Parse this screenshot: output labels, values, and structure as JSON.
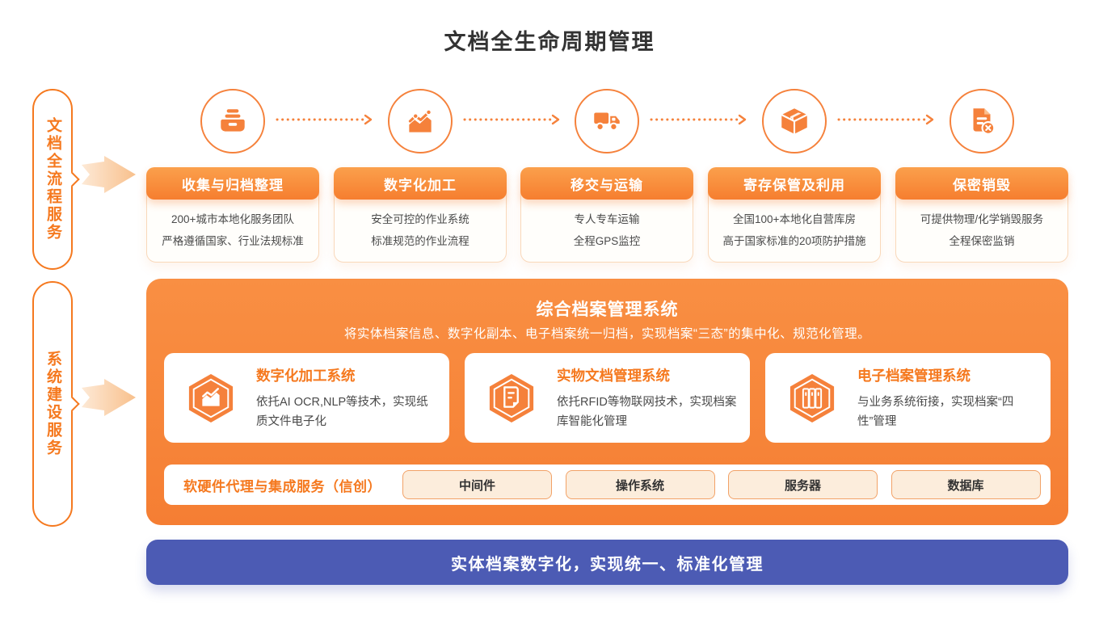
{
  "title": "文档全生命周期管理",
  "colors": {
    "accent_orange": "#F5791F",
    "panel_orange": "#F7863B",
    "card_header_gradient_top": "#FBA04C",
    "card_header_gradient_bottom": "#F67E2F",
    "chip_background": "#FCEDDC",
    "chip_border": "#F2A267",
    "footer_blue": "#4C5BB4",
    "body_text": "#4A4A4A"
  },
  "sidebar": {
    "process_label": "文档全流程服务",
    "system_label": "系统建设服务"
  },
  "services": [
    {
      "icon": "archive-icon",
      "title": "收集与归档整理",
      "lines": [
        "200+城市本地化服务团队",
        "严格遵循国家、行业法规标准"
      ]
    },
    {
      "icon": "chart-icon",
      "title": "数字化加工",
      "lines": [
        "安全可控的作业系统",
        "标准规范的作业流程"
      ]
    },
    {
      "icon": "truck-icon",
      "title": "移交与运输",
      "lines": [
        "专人专车运输",
        "全程GPS监控"
      ]
    },
    {
      "icon": "package-icon",
      "title": "寄存保管及利用",
      "lines": [
        "全国100+本地化自营库房",
        "高于国家标准的20项防护措施"
      ]
    },
    {
      "icon": "doc-delete-icon",
      "title": "保密销毁",
      "lines": [
        "可提供物理/化学销毁服务",
        "全程保密监销"
      ]
    }
  ],
  "platform": {
    "title": "综合档案管理系统",
    "subtitle": "将实体档案信息、数字化副本、电子档案统一归档，实现档案“三态”的集中化、规范化管理。",
    "systems": [
      {
        "icon": "hex-chart-icon",
        "title": "数字化加工系统",
        "desc": "依托AI OCR,NLP等技术，实现纸质文件电子化"
      },
      {
        "icon": "hex-doc-icon",
        "title": "实物文档管理系统",
        "desc": "依托RFID等物联网技术，实现档案库智能化管理"
      },
      {
        "icon": "hex-binders-icon",
        "title": "电子档案管理系统",
        "desc": "与业务系统衔接，实现档案“四性”管理"
      }
    ],
    "integration": {
      "label": "软硬件代理与集成服务（信创）",
      "items": [
        "中间件",
        "操作系统",
        "服务器",
        "数据库"
      ]
    }
  },
  "footer": {
    "text": "实体档案数字化，实现统一、标准化管理"
  }
}
